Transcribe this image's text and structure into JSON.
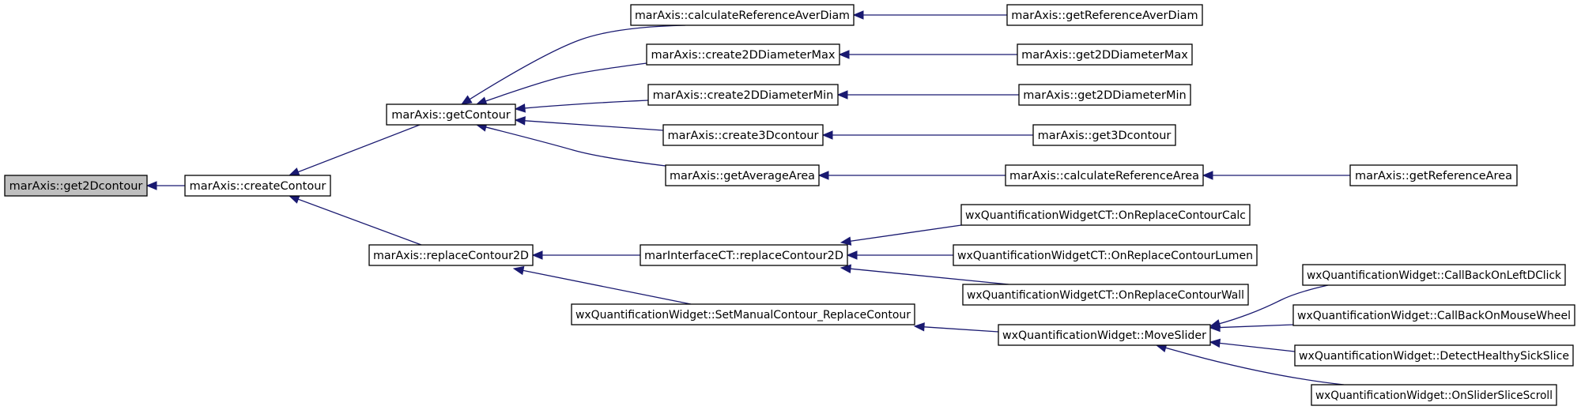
{
  "graph": {
    "nodes": [
      {
        "id": "n0",
        "label": "marAxis::get2Dcontour",
        "highlighted": true
      },
      {
        "id": "n1",
        "label": "marAxis::createContour"
      },
      {
        "id": "n2",
        "label": "marAxis::getContour"
      },
      {
        "id": "n3",
        "label": "marAxis::replaceContour2D"
      },
      {
        "id": "n4",
        "label": "marAxis::calculateReferenceAverDiam"
      },
      {
        "id": "n5",
        "label": "marAxis::create2DDiameterMax"
      },
      {
        "id": "n6",
        "label": "marAxis::create2DDiameterMin"
      },
      {
        "id": "n7",
        "label": "marAxis::create3Dcontour"
      },
      {
        "id": "n8",
        "label": "marAxis::getAverageArea"
      },
      {
        "id": "n9",
        "label": "marInterfaceCT::replaceContour2D"
      },
      {
        "id": "n10",
        "label": "wxQuantificationWidget::SetManualContour_ReplaceContour"
      },
      {
        "id": "n11",
        "label": "marAxis::getReferenceAverDiam"
      },
      {
        "id": "n12",
        "label": "marAxis::get2DDiameterMax"
      },
      {
        "id": "n13",
        "label": "marAxis::get2DDiameterMin"
      },
      {
        "id": "n14",
        "label": "marAxis::get3Dcontour"
      },
      {
        "id": "n15",
        "label": "marAxis::calculateReferenceArea"
      },
      {
        "id": "n16",
        "label": "wxQuantificationWidgetCT::OnReplaceContourCalc"
      },
      {
        "id": "n17",
        "label": "wxQuantificationWidgetCT::OnReplaceContourLumen"
      },
      {
        "id": "n18",
        "label": "wxQuantificationWidgetCT::OnReplaceContourWall"
      },
      {
        "id": "n19",
        "label": "wxQuantificationWidget::MoveSlider"
      },
      {
        "id": "n20",
        "label": "marAxis::getReferenceArea"
      },
      {
        "id": "n21",
        "label": "wxQuantificationWidget::CallBackOnLeftDClick"
      },
      {
        "id": "n22",
        "label": "wxQuantificationWidget::CallBackOnMouseWheel"
      },
      {
        "id": "n23",
        "label": "wxQuantificationWidget::DetectHealthySickSlice"
      },
      {
        "id": "n24",
        "label": "wxQuantificationWidget::OnSliderSliceScroll"
      }
    ],
    "edges": [
      {
        "from": "n1",
        "to": "n0"
      },
      {
        "from": "n2",
        "to": "n1"
      },
      {
        "from": "n3",
        "to": "n1"
      },
      {
        "from": "n4",
        "to": "n2"
      },
      {
        "from": "n5",
        "to": "n2"
      },
      {
        "from": "n6",
        "to": "n2"
      },
      {
        "from": "n7",
        "to": "n2"
      },
      {
        "from": "n8",
        "to": "n2"
      },
      {
        "from": "n9",
        "to": "n3"
      },
      {
        "from": "n10",
        "to": "n3"
      },
      {
        "from": "n11",
        "to": "n4"
      },
      {
        "from": "n12",
        "to": "n5"
      },
      {
        "from": "n13",
        "to": "n6"
      },
      {
        "from": "n14",
        "to": "n7"
      },
      {
        "from": "n15",
        "to": "n8"
      },
      {
        "from": "n20",
        "to": "n15"
      },
      {
        "from": "n16",
        "to": "n9"
      },
      {
        "from": "n17",
        "to": "n9"
      },
      {
        "from": "n18",
        "to": "n9"
      },
      {
        "from": "n19",
        "to": "n10"
      },
      {
        "from": "n21",
        "to": "n19"
      },
      {
        "from": "n22",
        "to": "n19"
      },
      {
        "from": "n23",
        "to": "n19"
      },
      {
        "from": "n24",
        "to": "n19"
      }
    ],
    "colors": {
      "edge": "#191970",
      "node_fill": "#ffffff",
      "highlight_fill": "#bfbfbf",
      "border": "#000000"
    }
  }
}
